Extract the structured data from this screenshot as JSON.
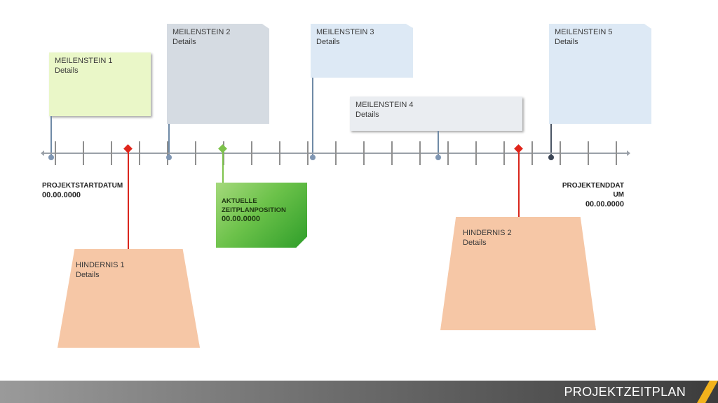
{
  "milestones": [
    {
      "title": "MEILENSTEIN 1",
      "details": "Details"
    },
    {
      "title": "MEILENSTEIN 2",
      "details": "Details"
    },
    {
      "title": "MEILENSTEIN 3",
      "details": "Details"
    },
    {
      "title": "MEILENSTEIN 4",
      "details": "Details"
    },
    {
      "title": "MEILENSTEIN 5",
      "details": "Details"
    }
  ],
  "start": {
    "label": "PROJEKTSTARTDATUM",
    "date": "00.00.0000"
  },
  "end": {
    "label": "PROJEKTENDDATUM",
    "date": "00.00.0000"
  },
  "current": {
    "line1": "AKTUELLE",
    "line2": "ZEITPLANPOSITION",
    "date": "00.00.0000"
  },
  "obstacles": [
    {
      "title": "HINDERNIS 1",
      "details": "Details"
    },
    {
      "title": "HINDERNIS 2",
      "details": "Details"
    }
  ],
  "footer": {
    "title": "PROJEKTZEITPLAN"
  },
  "colors": {
    "milestone_connector": "#6f8aa6",
    "obstacle_marker": "#d9261c",
    "current_marker": "#7dc24b",
    "axis": "#9aa0a8",
    "footer_accent": "#f2b21c"
  }
}
